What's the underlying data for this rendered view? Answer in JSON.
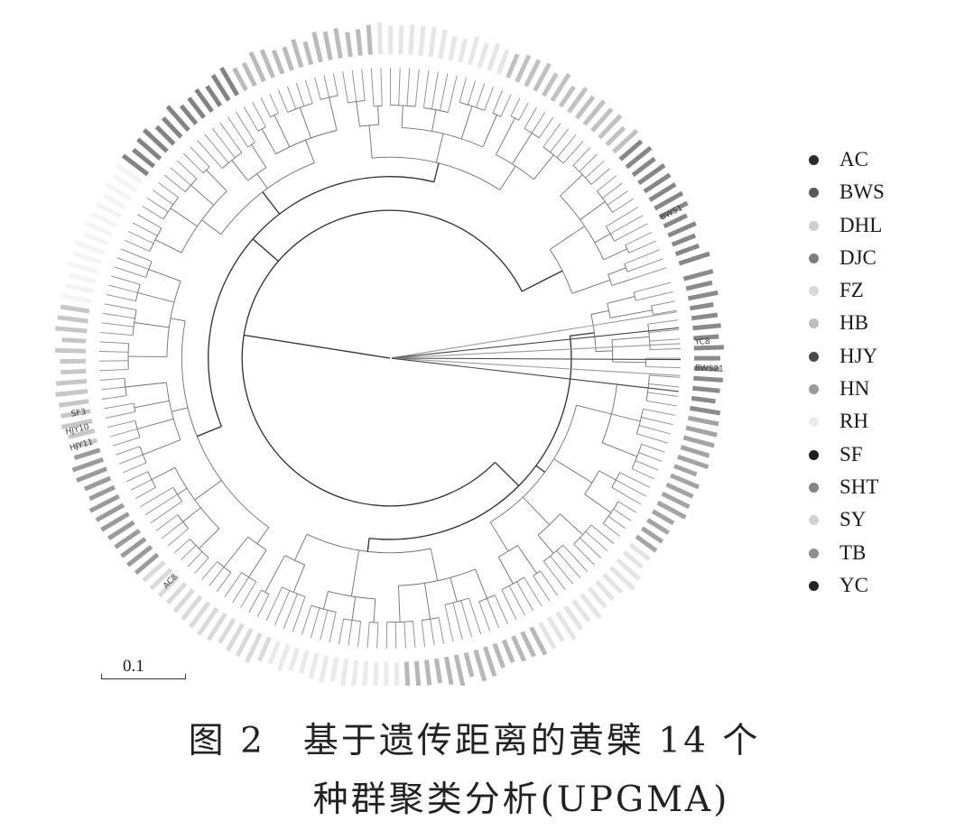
{
  "figure": {
    "caption_line1": "图 2　基于遗传距离的黄檗 14 个",
    "caption_line2": "种群聚类分析(UPGMA)",
    "scale_label": "0.1"
  },
  "legend": {
    "items": [
      {
        "label": "AC",
        "color": "#2b2b2b"
      },
      {
        "label": "BWS",
        "color": "#5a5a5a"
      },
      {
        "label": "DHL",
        "color": "#cfcfcf"
      },
      {
        "label": "DJC",
        "color": "#7d7d7d"
      },
      {
        "label": "FZ",
        "color": "#d9d9d9"
      },
      {
        "label": "HB",
        "color": "#bdbdbd"
      },
      {
        "label": "HJY",
        "color": "#4a4a4a"
      },
      {
        "label": "HN",
        "color": "#9a9a9a"
      },
      {
        "label": "RH",
        "color": "#ececec"
      },
      {
        "label": "SF",
        "color": "#1e1e1e"
      },
      {
        "label": "SHT",
        "color": "#858585"
      },
      {
        "label": "SY",
        "color": "#d2d2d2"
      },
      {
        "label": "TB",
        "color": "#8f8f8f"
      },
      {
        "label": "YC",
        "color": "#262626"
      }
    ]
  },
  "leaf_labels": {
    "visible": [
      "YC8",
      "BWS21",
      "BWS1",
      "HJY10",
      "HJY11",
      "SF3",
      "AC8"
    ]
  }
}
